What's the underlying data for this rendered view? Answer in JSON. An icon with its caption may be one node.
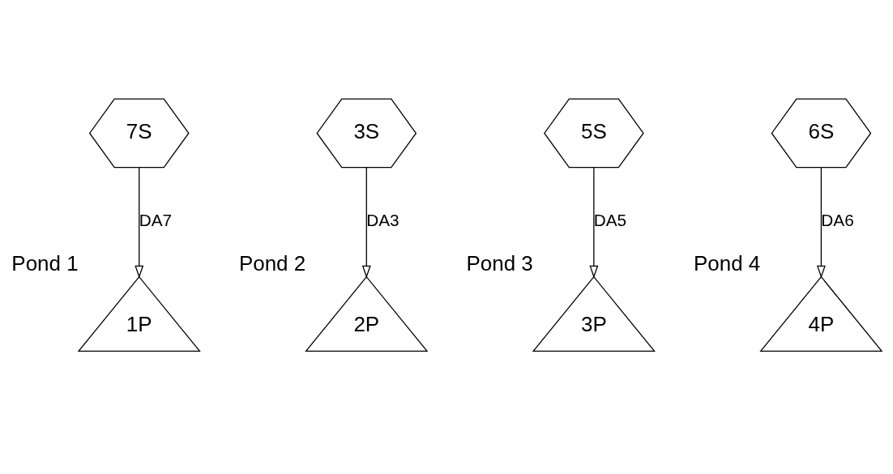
{
  "diagram": {
    "nodes": [
      {
        "text": [
          "7S"
        ]
      },
      {
        "text": [
          "3S"
        ]
      },
      {
        "text": [
          "5S"
        ]
      },
      {
        "text": [
          "6S"
        ]
      },
      {
        "text": [
          "1P"
        ],
        "beside": [
          "Pond 1"
        ]
      },
      {
        "text": [
          "2P"
        ],
        "beside": [
          "Pond 2"
        ]
      },
      {
        "text": [
          "3P"
        ],
        "beside": [
          "Pond 3"
        ]
      },
      {
        "text": [
          "4P"
        ],
        "beside": [
          "Pond 4"
        ]
      }
    ],
    "edges": [
      {
        "from": 0,
        "to": 4,
        "arrow": "to",
        "label": "DA7"
      },
      {
        "from": 1,
        "to": 5,
        "arrow": "to",
        "label": "DA3"
      },
      {
        "from": 2,
        "to": 6,
        "arrow": "to",
        "label": "DA5"
      },
      {
        "from": 3,
        "to": 7,
        "arrow": "to",
        "label": "DA6"
      }
    ]
  }
}
